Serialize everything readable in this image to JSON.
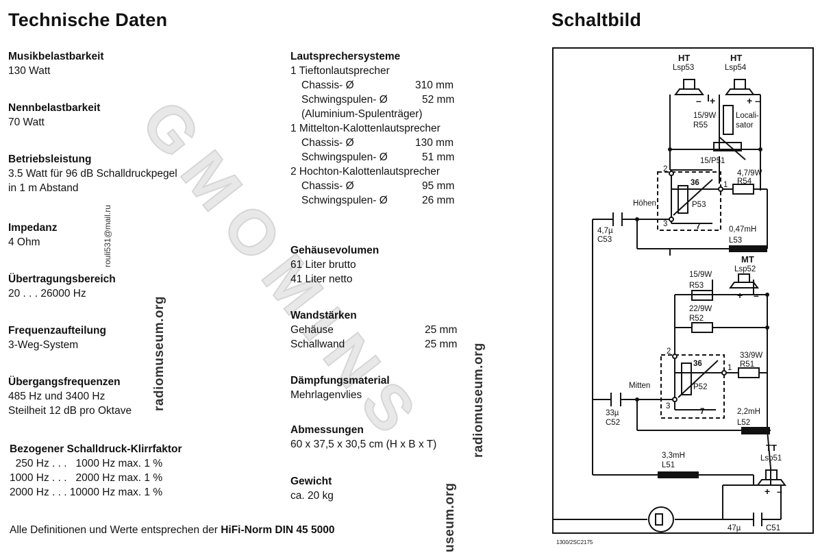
{
  "left": {
    "title": "Technische Daten",
    "sections": [
      {
        "heading": "Musikbelastbarkeit",
        "lines": [
          "130 Watt"
        ]
      },
      {
        "heading": "Nennbelastbarkeit",
        "lines": [
          "70 Watt"
        ]
      },
      {
        "heading": "Betriebsleistung",
        "lines": [
          "3.5 Watt für 96 dB Schalldruckpegel",
          "in 1 m Abstand"
        ]
      },
      {
        "heading": "Impedanz",
        "lines": [
          "4 Ohm"
        ]
      },
      {
        "heading": "Übertragungsbereich",
        "lines": [
          "20 . . . 26000 Hz"
        ]
      },
      {
        "heading": "Frequenzaufteilung",
        "lines": [
          "3-Weg-System"
        ]
      },
      {
        "heading": "Übergangsfrequenzen",
        "lines": [
          "485 Hz und 3400 Hz",
          "Steilheit 12 dB pro Oktave"
        ]
      },
      {
        "heading": "Bezogener Schalldruck-Klirrfaktor",
        "lines": [
          "  250 Hz . . .   1000 Hz max. 1 %",
          "1000 Hz . . .   2000 Hz max. 1 %",
          "2000 Hz . . . 10000 Hz max. 1 %"
        ]
      }
    ]
  },
  "middle": {
    "speakers": {
      "heading": "Lautsprechersysteme",
      "woofer": "1 Tieftonlautsprecher",
      "woofer_chassis_label": "Chassis- Ø",
      "woofer_chassis_value": "310 mm",
      "woofer_coil_label": "Schwingspulen- Ø",
      "woofer_coil_value": "52 mm",
      "woofer_note": "(Aluminium-Spulenträger)",
      "mid": "1 Mittelton-Kalottenlautsprecher",
      "mid_chassis_label": "Chassis- Ø",
      "mid_chassis_value": "130 mm",
      "mid_coil_label": "Schwingspulen- Ø",
      "mid_coil_value": "51 mm",
      "tweeter": "2 Hochton-Kalottenlautsprecher",
      "tweeter_chassis_label": "Chassis- Ø",
      "tweeter_chassis_value": "95 mm",
      "tweeter_coil_label": "Schwingspulen- Ø",
      "tweeter_coil_value": "26 mm"
    },
    "volume": {
      "heading": "Gehäusevolumen",
      "lines": [
        "61 Liter brutto",
        "41 Liter netto"
      ]
    },
    "walls": {
      "heading": "Wandstärken",
      "housing_label": "Gehäuse",
      "housing_value": "25 mm",
      "baffle_label": "Schallwand",
      "baffle_value": "25 mm"
    },
    "damping": {
      "heading": "Dämpfungsmaterial",
      "lines": [
        "Mehrlagenvlies"
      ]
    },
    "dimensions": {
      "heading": "Abmessungen",
      "lines": [
        "60 x 37,5 x 30,5 cm (H x B x T)"
      ]
    },
    "weight": {
      "heading": "Gewicht",
      "lines": [
        "ca. 20 kg"
      ]
    }
  },
  "footer": {
    "text": "Alle Definitionen und Werte entsprechen der ",
    "bold": "HiFi-Norm DIN 45 5000"
  },
  "watermarks": {
    "site": "radiomuseum.org",
    "site_partial": "useum.org",
    "email": "rouli531@mail.ru",
    "diagonal": "GMOMINS"
  },
  "schematic": {
    "title": "Schaltbild",
    "labels": {
      "ht1": "HT",
      "lsp53": "Lsp53",
      "ht2": "HT",
      "lsp54": "Lsp54",
      "r55_val": "15/9W",
      "r55": "R55",
      "localisator": "Locali-",
      "localisator2": "sator",
      "p51": "15/P51",
      "r54_val": "4,7/9W",
      "r54": "R54",
      "p53": "P53",
      "p53_val": "36",
      "p53_min": "7",
      "hoehen": "Höhen",
      "c53_val": "4,7µ",
      "c53": "C53",
      "l53_val": "0,47mH",
      "l53": "L53",
      "mt": "MT",
      "lsp52": "Lsp52",
      "r53_val": "15/9W",
      "r53": "R53",
      "r52_val": "22/9W",
      "r52": "R52",
      "r51_val": "33/9W",
      "r51": "R51",
      "p52": "P52",
      "p52_val": "36",
      "p52_min": "7",
      "mitten": "Mitten",
      "c52_val": "33µ",
      "c52": "C52",
      "l52_val": "2,2mH",
      "l52": "L52",
      "tt": "TT",
      "lsp51": "Lsp51",
      "l51_val": "3,3mH",
      "l51": "L51",
      "c51_val": "47µ",
      "c51": "C51",
      "n1": "1",
      "n2": "2",
      "n3": "3",
      "m1": "1",
      "m2": "2",
      "m3": "3",
      "code": "1300/2SC2175"
    }
  }
}
